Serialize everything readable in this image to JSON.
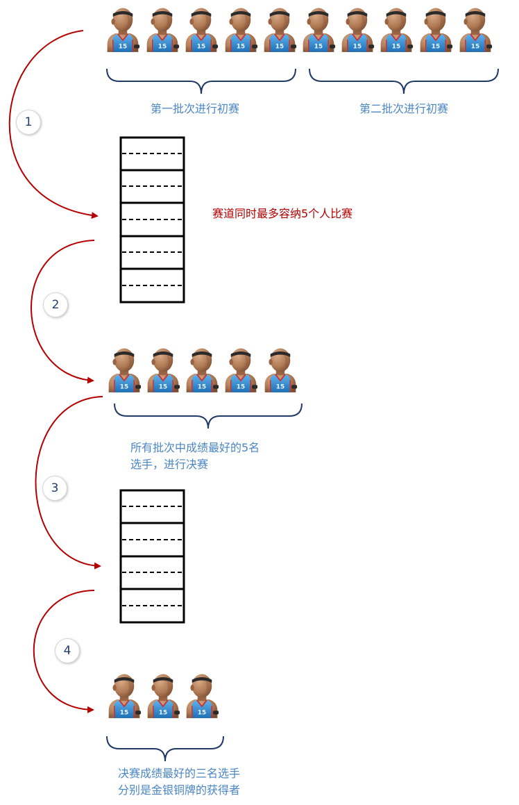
{
  "labels": {
    "batch1": "第一批次进行初赛",
    "batch2": "第二批次进行初赛",
    "lane_capacity": "赛道同时最多容纳5个人比赛",
    "final_line1": "所有批次中成绩最好的5名",
    "final_line2": "选手，进行决赛",
    "winners_line1": "决赛成绩最好的三名选手",
    "winners_line2": "分别是金银铜牌的获得者"
  },
  "steps": [
    "1",
    "2",
    "3",
    "4"
  ],
  "groups": {
    "initial_players": 10,
    "final_players": 5,
    "medalists": 3
  },
  "tracks": {
    "prelim_lanes": 5,
    "final_lanes": 4
  },
  "colors": {
    "arrow": "#b30000",
    "brace": "#1f3864",
    "label_text": "#4a86c5",
    "highlight_text": "#b20000",
    "step_text": "#1f3c6e",
    "skin": "#b07a55",
    "jersey": "#2f8fd6",
    "headband": "#2a2a2a"
  },
  "icon": "basketball-player-icon"
}
